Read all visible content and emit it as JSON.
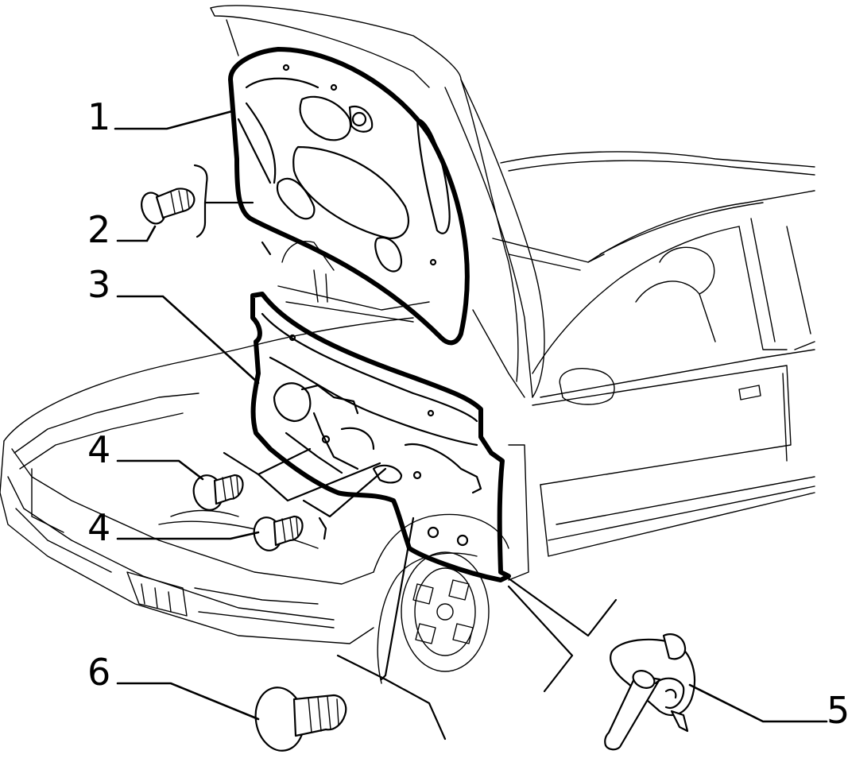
{
  "diagram": {
    "callouts": [
      {
        "id": "1",
        "text": "1"
      },
      {
        "id": "2",
        "text": "2"
      },
      {
        "id": "3",
        "text": "3"
      },
      {
        "id": "4a",
        "text": "4"
      },
      {
        "id": "4b",
        "text": "4"
      },
      {
        "id": "5",
        "text": "5"
      },
      {
        "id": "6",
        "text": "6"
      }
    ]
  }
}
